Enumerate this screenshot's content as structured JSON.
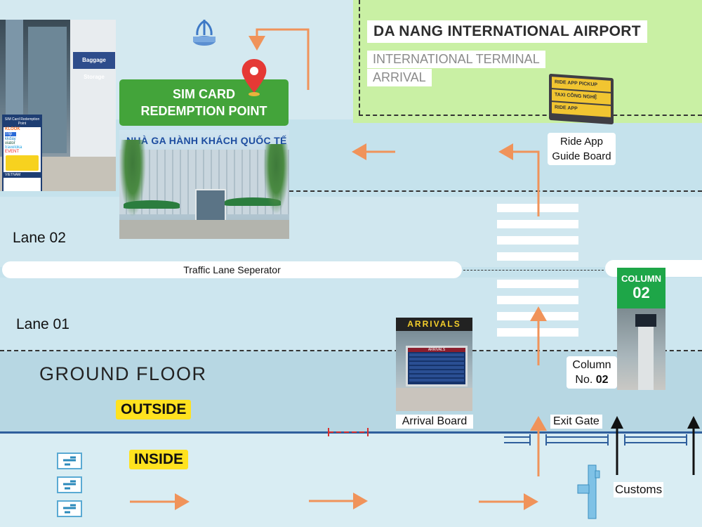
{
  "airport": {
    "name": "DA NANG INTERNATIONAL AIRPORT",
    "terminal": "INTERNATIONAL TERMINAL",
    "area": "ARRIVAL"
  },
  "sim_point": {
    "line1": "SIM CARD",
    "line2": "REDEMPTION POINT",
    "building_sign": "NHÀ GA HÀNH KHÁCH QUỐC TẾ"
  },
  "baggage_photo": {
    "storage_sign": "Baggage Storage",
    "stand_title": "SIM Card Redemption Point",
    "stand_brands": [
      "KLOOK",
      "Trip",
      "kkday",
      "viator",
      "traveloka",
      "EVENT",
      "VIETNAM"
    ]
  },
  "ride_app": {
    "label_line1": "Ride App",
    "label_line2": "Guide Board",
    "board_rows": [
      "RIDE APP PICKUP",
      "TAXI CÔNG NGHỆ",
      "RIDE APP"
    ]
  },
  "lanes": {
    "lane02": "Lane 02",
    "lane01": "Lane 01",
    "separator": "Traffic Lane Seperator"
  },
  "floor": {
    "title": "GROUND FLOOR",
    "outside": "OUTSIDE",
    "inside": "INSIDE"
  },
  "arrival_board": {
    "sign": "ARRIVALS",
    "screen_title": "ARRIVALS",
    "label": "Arrival Board"
  },
  "column": {
    "sign_word": "COLUMN",
    "sign_num": "02",
    "label_line1": "Column",
    "label_line2_prefix": "No. ",
    "label_line2_num": "02"
  },
  "exit_gate": "Exit Gate",
  "customs": "Customs",
  "colors": {
    "background": "#d4e9f0",
    "terminal_zone": "#c9f0a4",
    "sim_green": "#43a43a",
    "route_arrow": "#f0935a",
    "highlight": "#ffe21f",
    "wall_line": "#2f5f9c",
    "column_green": "#1ea648"
  },
  "icons": [
    "fountain-icon",
    "location-pin-icon",
    "conveyor-icon",
    "route-arrow-icon",
    "customs-arrow-icon",
    "security-gate-icon"
  ]
}
